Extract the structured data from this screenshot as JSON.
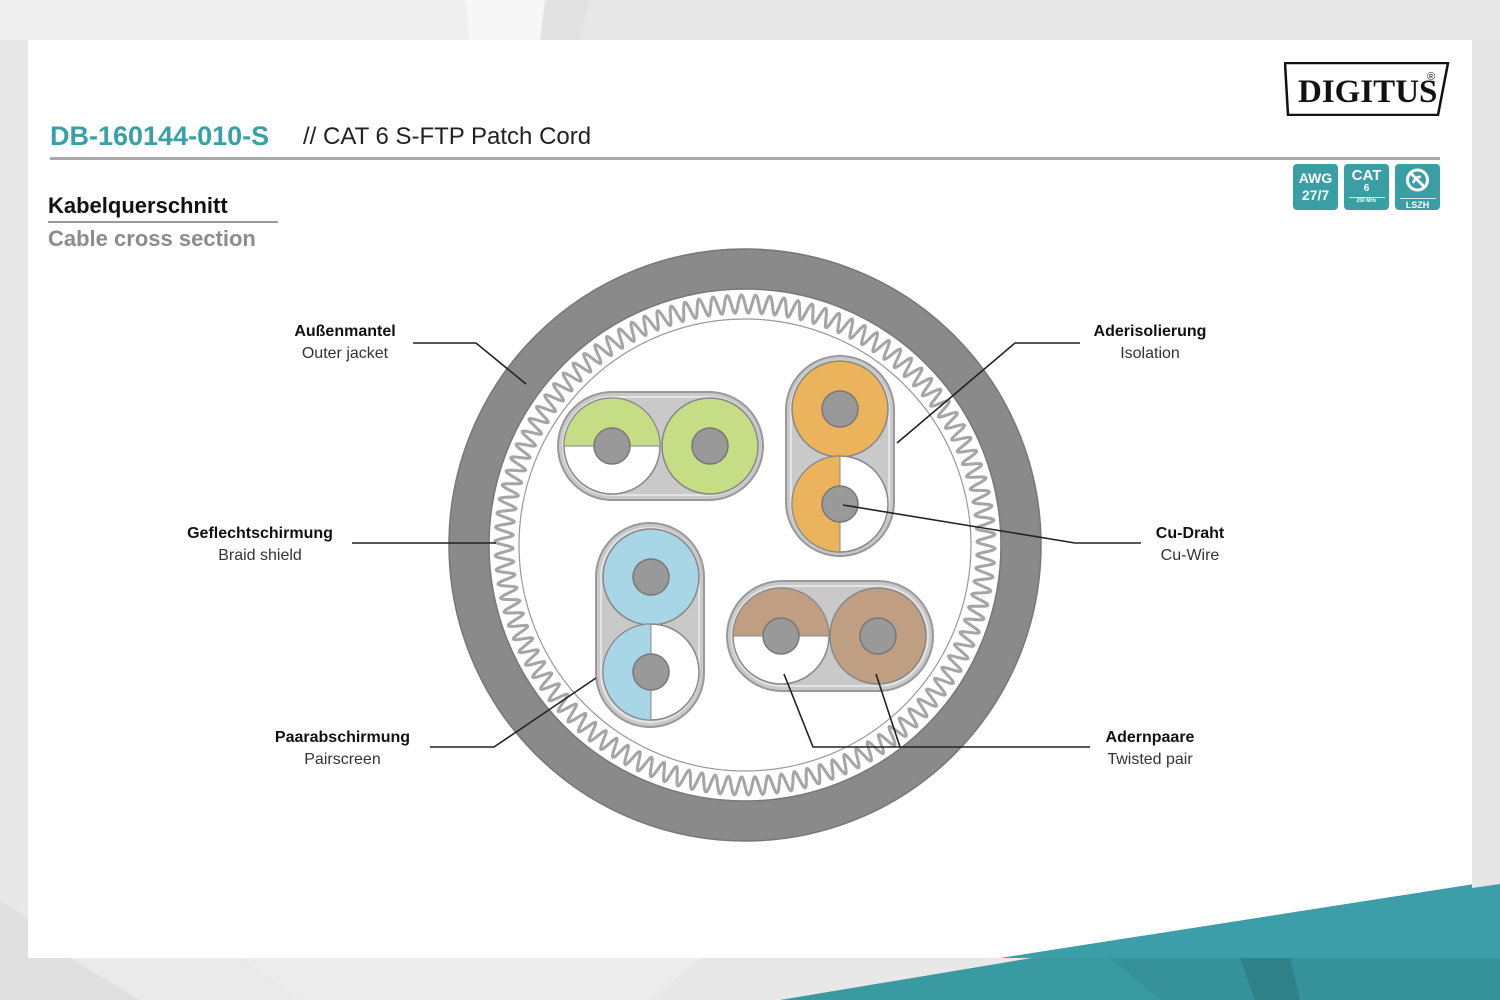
{
  "header": {
    "sku": "DB-160144-010-S",
    "product": "// CAT 6 S-FTP Patch Cord",
    "brand": "DIGITUS",
    "brand_mark": "®"
  },
  "badges": [
    {
      "name": "awg",
      "line1": "AWG",
      "line2": "27/7"
    },
    {
      "name": "cat6",
      "line1": "CAT",
      "line2": "6",
      "line3": "250 MHz"
    },
    {
      "name": "lszh",
      "icon": "no-halogen-icon",
      "line1": "LSZH"
    }
  ],
  "section": {
    "title_de": "Kabelquerschnitt",
    "title_en": "Cable cross section"
  },
  "labels": {
    "outer_jacket": {
      "de": "Außenmantel",
      "en": "Outer jacket"
    },
    "braid_shield": {
      "de": "Geflechtschirmung",
      "en": "Braid shield"
    },
    "pairscreen": {
      "de": "Paarabschirmung",
      "en": "Pairscreen"
    },
    "isolation": {
      "de": "Aderisolierung",
      "en": "Isolation"
    },
    "cu_wire": {
      "de": "Cu-Draht",
      "en": "Cu-Wire"
    },
    "twisted_pair": {
      "de": "Adernpaare",
      "en": "Twisted pair"
    }
  },
  "colors": {
    "accent": "#3a9ea5",
    "jacket": "#8a8a8a",
    "pair_green": "#c5dd85",
    "pair_orange": "#eab35c",
    "pair_blue": "#a9d6e6",
    "pair_brown": "#bf9e82",
    "conductor": "#999999",
    "pair_screen": "#c9c9c9"
  },
  "pairs": [
    {
      "name": "green",
      "color": "pair_green"
    },
    {
      "name": "orange",
      "color": "pair_orange"
    },
    {
      "name": "blue",
      "color": "pair_blue"
    },
    {
      "name": "brown",
      "color": "pair_brown"
    }
  ]
}
